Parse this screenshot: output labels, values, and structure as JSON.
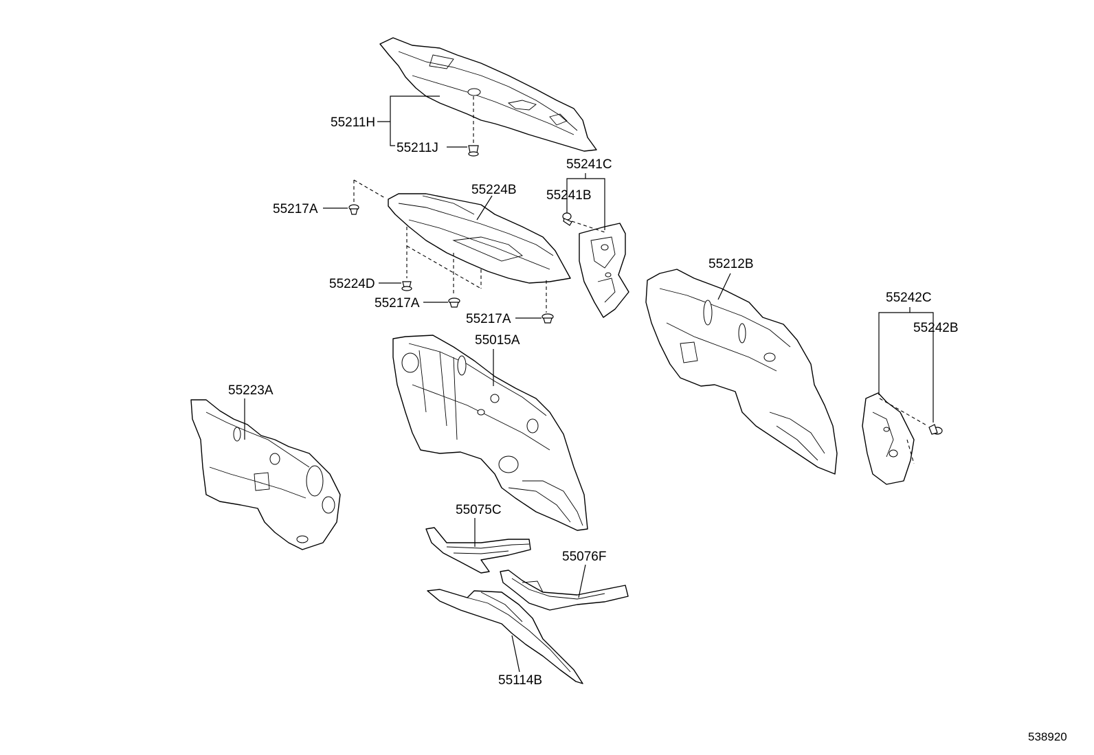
{
  "diagram": {
    "reference_number": "538920",
    "parts": {
      "p55211H": "55211H",
      "p55211J": "55211J",
      "p55241C": "55241C",
      "p55241B": "55241B",
      "p55217A_top": "55217A",
      "p55224B": "55224B",
      "p55224D": "55224D",
      "p55217A_mid": "55217A",
      "p55217A_low": "55217A",
      "p55212B": "55212B",
      "p55242C": "55242C",
      "p55242B": "55242B",
      "p55015A": "55015A",
      "p55223A": "55223A",
      "p55075C": "55075C",
      "p55076F": "55076F",
      "p55114B": "55114B"
    }
  }
}
